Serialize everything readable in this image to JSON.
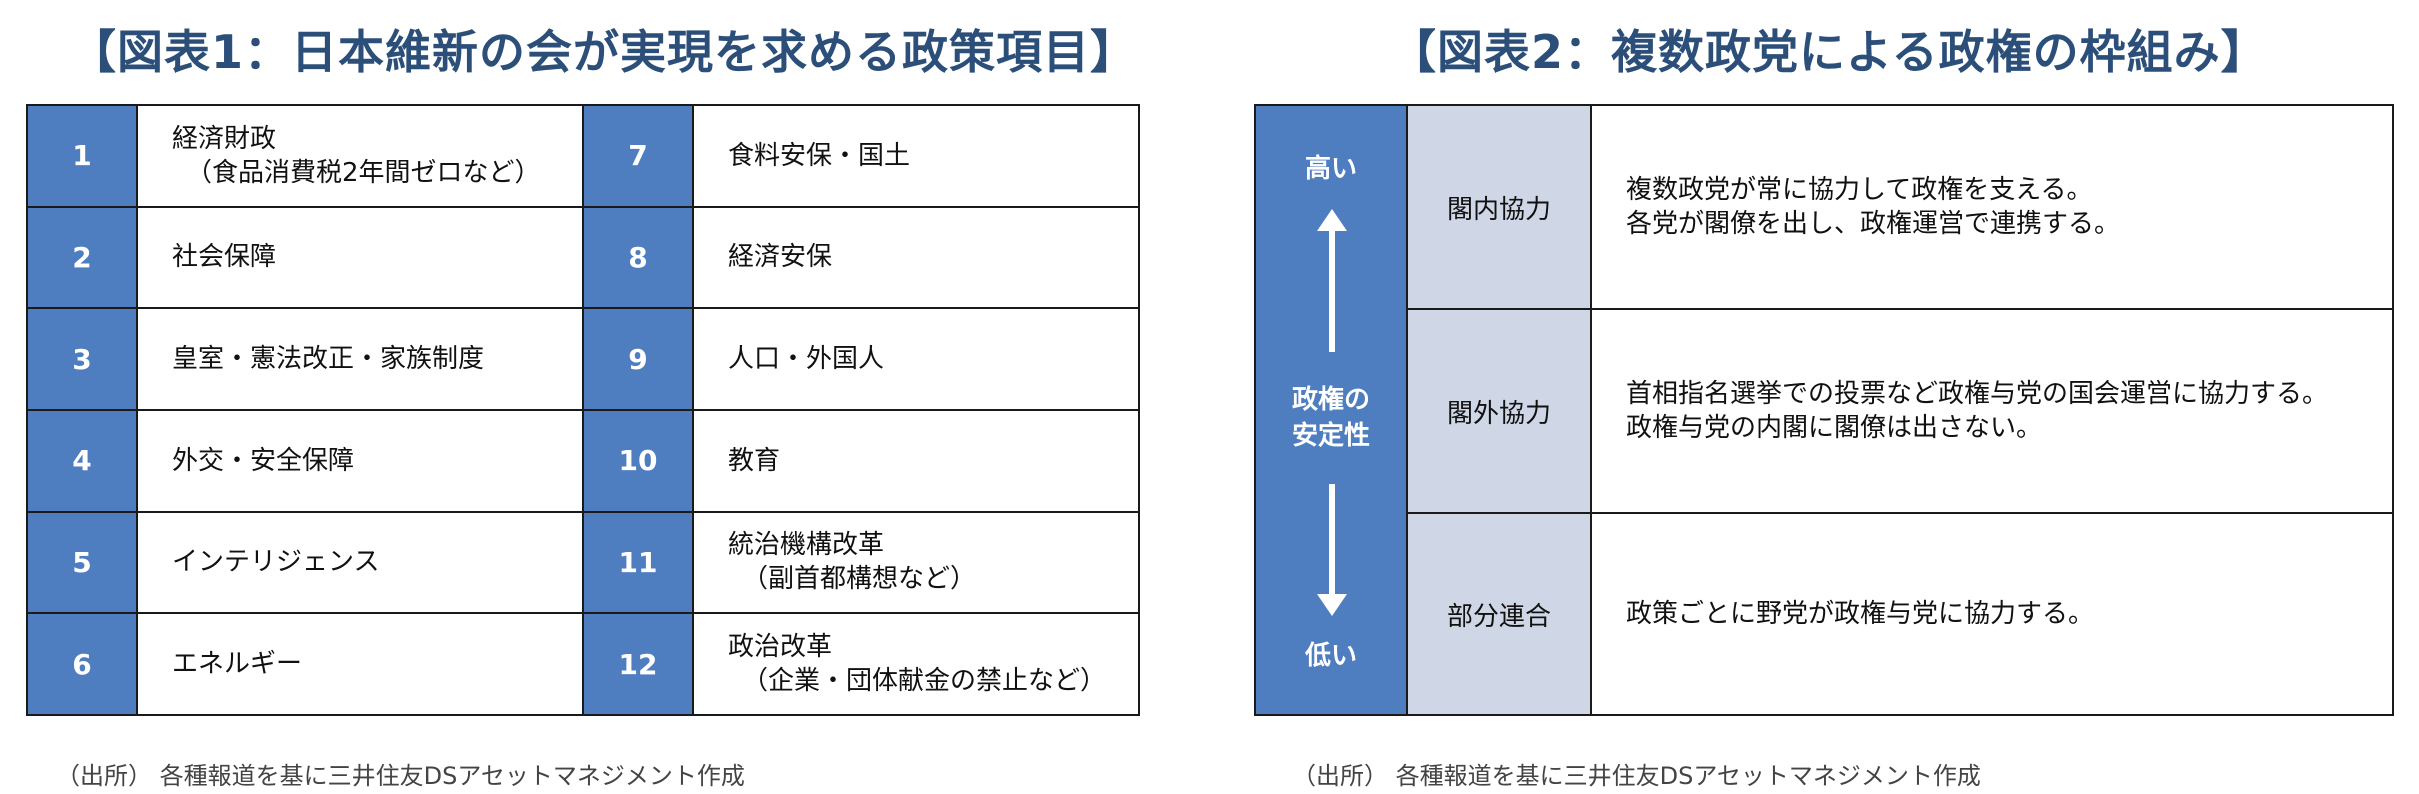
{
  "figure1": {
    "title": "【図表1：日本維新の会が実現を求める政策項目】",
    "items": [
      {
        "num": "1",
        "line1": "経済財政",
        "line2": "（食品消費税2年間ゼロなど）"
      },
      {
        "num": "2",
        "line1": "社会保障",
        "line2": ""
      },
      {
        "num": "3",
        "line1": "皇室・憲法改正・家族制度",
        "line2": ""
      },
      {
        "num": "4",
        "line1": "外交・安全保障",
        "line2": ""
      },
      {
        "num": "5",
        "line1": "インテリジェンス",
        "line2": ""
      },
      {
        "num": "6",
        "line1": "エネルギー",
        "line2": ""
      },
      {
        "num": "7",
        "line1": "食料安保・国土",
        "line2": ""
      },
      {
        "num": "8",
        "line1": "経済安保",
        "line2": ""
      },
      {
        "num": "9",
        "line1": "人口・外国人",
        "line2": ""
      },
      {
        "num": "10",
        "line1": "教育",
        "line2": ""
      },
      {
        "num": "11",
        "line1": "統治機構改革",
        "line2": "（副首都構想など）"
      },
      {
        "num": "12",
        "line1": "政治改革",
        "line2": "（企業・団体献金の禁止など）"
      }
    ],
    "source": "（出所） 各種報道を基に三井住友DSアセットマネジメント作成"
  },
  "figure2": {
    "title": "【図表2：複数政党による政権の枠組み】",
    "axis": {
      "high": "高い",
      "low": "低い",
      "label_line1": "政権の",
      "label_line2": "安定性"
    },
    "rows": [
      {
        "category": "閣内協力",
        "desc_line1": "複数政党が常に協力して政権を支える。",
        "desc_line2": "各党が閣僚を出し、政権運営で連携する。"
      },
      {
        "category": "閣外協力",
        "desc_line1": "首相指名選挙での投票など政権与党の国会運営に協力する。",
        "desc_line2": "政権与党の内閣に閣僚は出さない。"
      },
      {
        "category": "部分連合",
        "desc_line1": "政策ごとに野党が政権与党に協力する。",
        "desc_line2": ""
      }
    ],
    "source": "（出所） 各種報道を基に三井住友DSアセットマネジメント作成"
  },
  "colors": {
    "accent_blue": "#4f7ec0",
    "category_bg": "#cfd6e6",
    "title": "#2c4f7a"
  }
}
